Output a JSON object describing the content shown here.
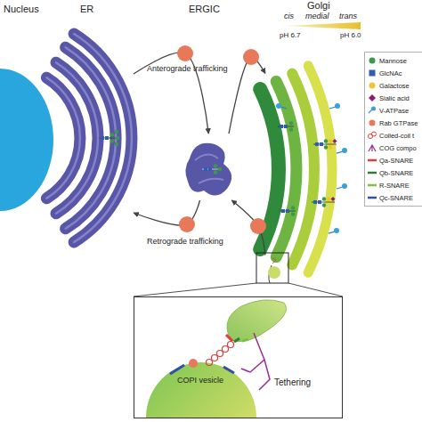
{
  "diagram": {
    "nodes": [
      {
        "text": [
          "Nucleus"
        ]
      },
      {
        "text": [
          "ER"
        ]
      },
      {
        "text": [
          "ERGIC"
        ]
      },
      {
        "text": [
          "Golgi"
        ]
      },
      {
        "text": [
          "Tethering"
        ]
      },
      {
        "text": [
          "COPI vesicle"
        ],
        "in": 4
      }
    ],
    "edges": [
      {
        "from": 1,
        "to": 2,
        "arrow": "to"
      },
      {
        "from": 2,
        "to": 3,
        "arrow": "to"
      },
      {
        "from": 3,
        "to": 2,
        "arrow": "to"
      },
      {
        "from": 2,
        "to": 1,
        "arrow": "to"
      }
    ],
    "labels": [
      "cis",
      "medial",
      "trans",
      "pH 6.7",
      "pH 6.0",
      "Anterograde trafficking",
      "Retrograde trafficking"
    ],
    "legend": [
      {
        "text": "Mannose",
        "color": "#3a9a4a"
      },
      {
        "text": "GlcNAc",
        "color": "#2d5fae"
      },
      {
        "text": "Galactose",
        "color": "#f2c230"
      },
      {
        "text": "Sialic acid",
        "color": "#8e1b6e"
      },
      {
        "text": "V-ATPase"
      },
      {
        "text": "Rab GTPase",
        "color": "#e8785a"
      },
      {
        "text": "Coiled-coil t"
      },
      {
        "text": "COG compo"
      },
      {
        "text": "Qa-SNARE"
      },
      {
        "text": "Qb-SNARE"
      },
      {
        "text": "R-SNARE"
      },
      {
        "text": "Qc-SNARE"
      }
    ]
  }
}
